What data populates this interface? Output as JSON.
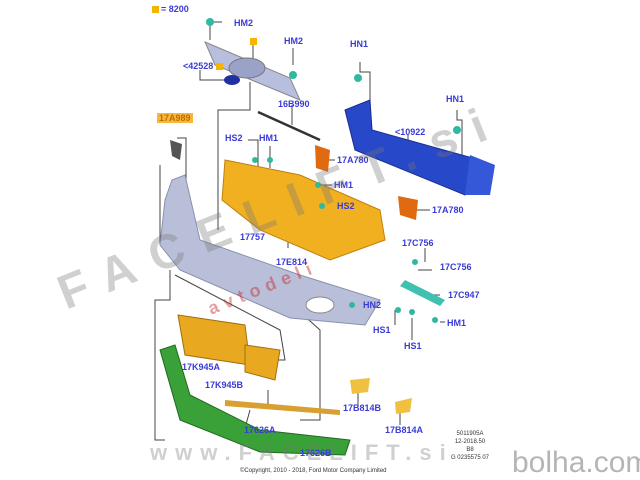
{
  "legend": {
    "text": "= 8200"
  },
  "labels": [
    "HM2",
    "HM2",
    "<42528",
    "HN1",
    "HN1",
    "16B990",
    "<10922",
    "17A989",
    "HS2",
    "HM1",
    "17A780",
    "HM1",
    "HS2",
    "17A780",
    "17757",
    "17E814",
    "17C756",
    "17C756",
    "17C947",
    "HN2",
    "HM1",
    "HS1",
    "HS1",
    "17K945A",
    "17K945B",
    "17B814B",
    "17B814A",
    "17626A",
    "17626B"
  ],
  "info": {
    "line1": "5011905A",
    "line2": "12-2018.50",
    "line3": "B8",
    "line4": "G 0235575 07"
  },
  "copyright": "©Copyright, 2010 - 2018, Ford Motor Company Limited",
  "watermarks": {
    "main": "FACELIFT.si",
    "sub": "avtodeli",
    "bottom": "www.FACELIFT.si",
    "site": "bolha.com"
  },
  "colors": {
    "label": "#3a3ad8",
    "bumper": "#b9bfd8",
    "absorber": "#f0b020",
    "beam": "#2748c8",
    "spoiler": "#3aa038"
  }
}
